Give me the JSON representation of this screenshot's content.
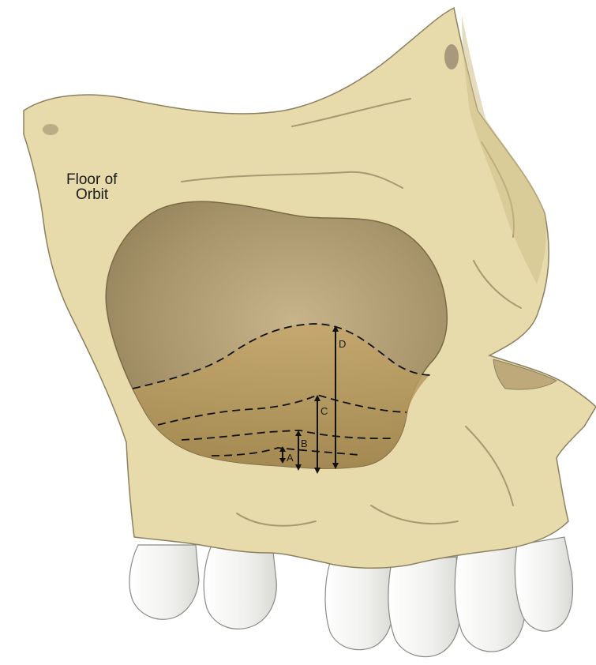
{
  "structure_label_line1": "Floor of",
  "structure_label_line2": "Orbit",
  "measurements": [
    {
      "label": "A"
    },
    {
      "label": "B"
    },
    {
      "label": "C"
    },
    {
      "label": "D"
    }
  ],
  "colors": {
    "bone": "#e7dbab",
    "bone_shadow": "#cfc08a",
    "bone_outline": "#8c8060",
    "sinus_cavity": "#a8956c",
    "sinus_floor": "#b99e5f",
    "tooth": "#f2f2f0",
    "tooth_outline": "#8a8a85",
    "lines": "#111111"
  }
}
